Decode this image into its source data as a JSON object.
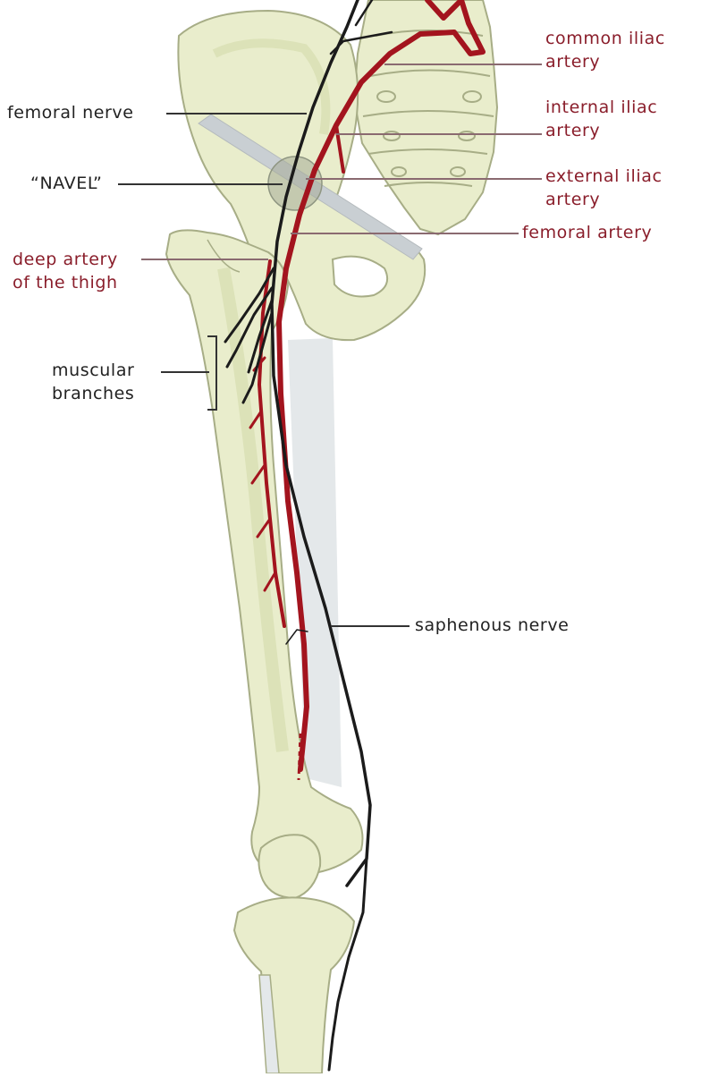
{
  "colors": {
    "bone_fill": "#e9edcc",
    "bone_outline": "#a7ad86",
    "bone_shade": "#dce2b8",
    "muscle_band": "#e4e8ea",
    "artery": "#a3141e",
    "nerve": "#1b1b1b",
    "artery_label": "#8a1e2b",
    "nerve_label": "#222222",
    "navel_circle": "#9fa592",
    "ligament": "#c9cfd3"
  },
  "labels": {
    "common_iliac_line1": "common iliac",
    "common_iliac_line2": "artery",
    "internal_iliac_line1": "internal iliac",
    "internal_iliac_line2": "artery",
    "external_iliac_line1": "external iliac",
    "external_iliac_line2": "artery",
    "femoral_artery": "femoral artery",
    "femoral_nerve": "femoral nerve",
    "navel": "“NAVEL”",
    "deep_artery_line1": "deep artery",
    "deep_artery_line2": "of the thigh",
    "muscular_line1": "muscular",
    "muscular_line2": "branches",
    "saphenous_nerve": "saphenous nerve"
  }
}
